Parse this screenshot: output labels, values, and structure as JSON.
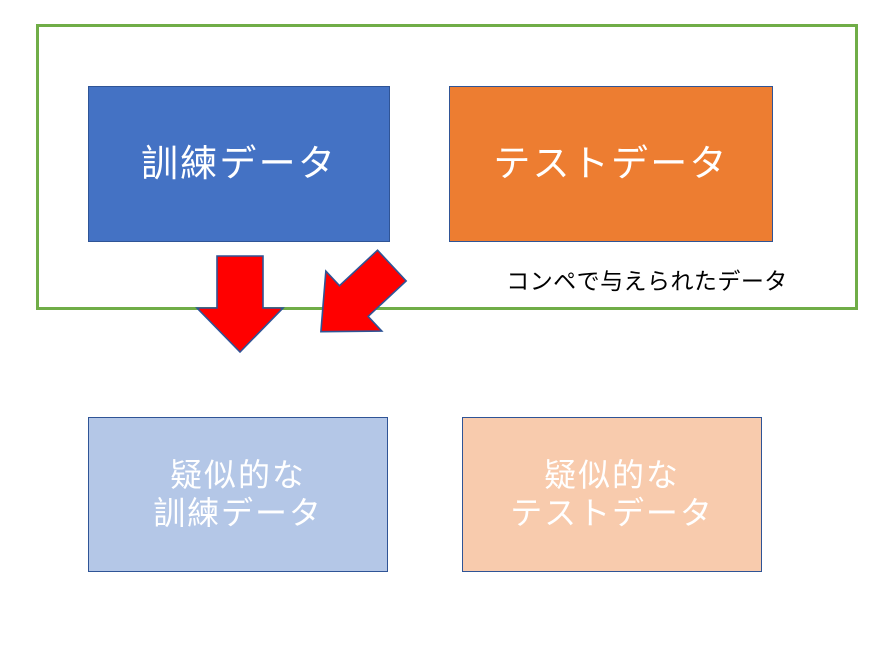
{
  "diagram": {
    "title_text": "",
    "group_frame": {
      "name": "competition-data-group",
      "border_color": "#70AD47"
    },
    "boxes": [
      {
        "id": "train",
        "label": "訓練データ",
        "fill": "#4472C4",
        "border": "#2F5496",
        "text_color": "#FFFFFF"
      },
      {
        "id": "test",
        "label": "テストデータ",
        "fill": "#ED7D31",
        "border": "#2F5496",
        "text_color": "#FFFFFF"
      },
      {
        "id": "pseudo_train",
        "label": "疑似的な\n訓練データ",
        "fill": "#B4C7E7",
        "border": "#2F5496",
        "text_color": "#FFFFFF"
      },
      {
        "id": "pseudo_test",
        "label": "疑似的な\nテストデータ",
        "fill": "#F8CBAD",
        "border": "#2F5496",
        "text_color": "#FFFFFF"
      }
    ],
    "caption": "コンペで与えられたデータ",
    "arrows": [
      {
        "id": "arrow_to_pseudo_train",
        "direction": "down",
        "fill": "#FF0000",
        "border": "#2F5496"
      },
      {
        "id": "arrow_to_pseudo_test",
        "direction": "down-right",
        "fill": "#FF0000",
        "border": "#2F5496"
      }
    ]
  }
}
